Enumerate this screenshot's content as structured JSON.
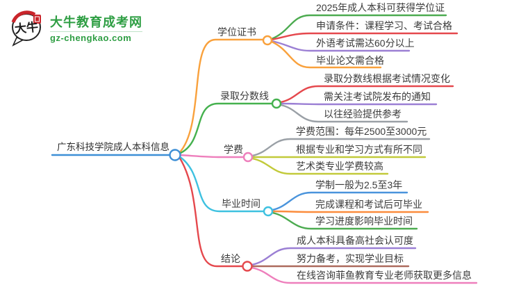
{
  "brand": {
    "name": "大牛教育成考网",
    "domain": "gz-chengkao.com",
    "icon_text": "大牛",
    "color": "#2e9e43"
  },
  "mindmap": {
    "root": {
      "text": "广东科技学院成人本科信息",
      "color": "#3d8fd6"
    },
    "branches": [
      {
        "label": "学位证书",
        "color": "#f9a13c",
        "children": [
          {
            "text": "2025年成人本科可获得学位证",
            "color": "#4cab50"
          },
          {
            "text": "申请条件：课程学习、考试合格",
            "color": "#e5484d"
          },
          {
            "text": "外语考试需达60分以上",
            "color": "#9b7fd4"
          },
          {
            "text": "毕业论文需合格",
            "color": "#f9a13c"
          }
        ]
      },
      {
        "label": "录取分数线",
        "color": "#45b14e",
        "children": [
          {
            "text": "录取分数线根据考试情况变化",
            "color": "#e5484d"
          },
          {
            "text": "需关注考试院发布的通知",
            "color": "#9b7fd4"
          },
          {
            "text": "以往经验提供参考",
            "color": "#9aa0a6"
          }
        ]
      },
      {
        "label": "学费",
        "color": "#ee7fbc",
        "children": [
          {
            "text": "学费范围：每年2500至3000元",
            "color": "#9aa0a6"
          },
          {
            "text": "根据专业和学习方式有所不同",
            "color": "#c2ca3a"
          },
          {
            "text": "艺术类专业学费较高",
            "color": "#c2ca3a"
          }
        ]
      },
      {
        "label": "毕业时间",
        "color": "#3ec1e0",
        "children": [
          {
            "text": "学制一般为2.5至3年",
            "color": "#4a94dc"
          },
          {
            "text": "完成课程和考试后可毕业",
            "color": "#fb8c3c"
          },
          {
            "text": "学习进度影响毕业时间",
            "color": "#4cab50"
          }
        ]
      },
      {
        "label": "结论",
        "color": "#e5484d",
        "children": [
          {
            "text": "成人本科具备高社会认可度",
            "color": "#9b7fd4"
          },
          {
            "text": "努力备考，实现学业目标",
            "color": "#ad6a5d"
          },
          {
            "text": "在线咨询菲鱼教育专业老师获取更多信息",
            "color": "#ee7fbc"
          }
        ]
      }
    ]
  }
}
